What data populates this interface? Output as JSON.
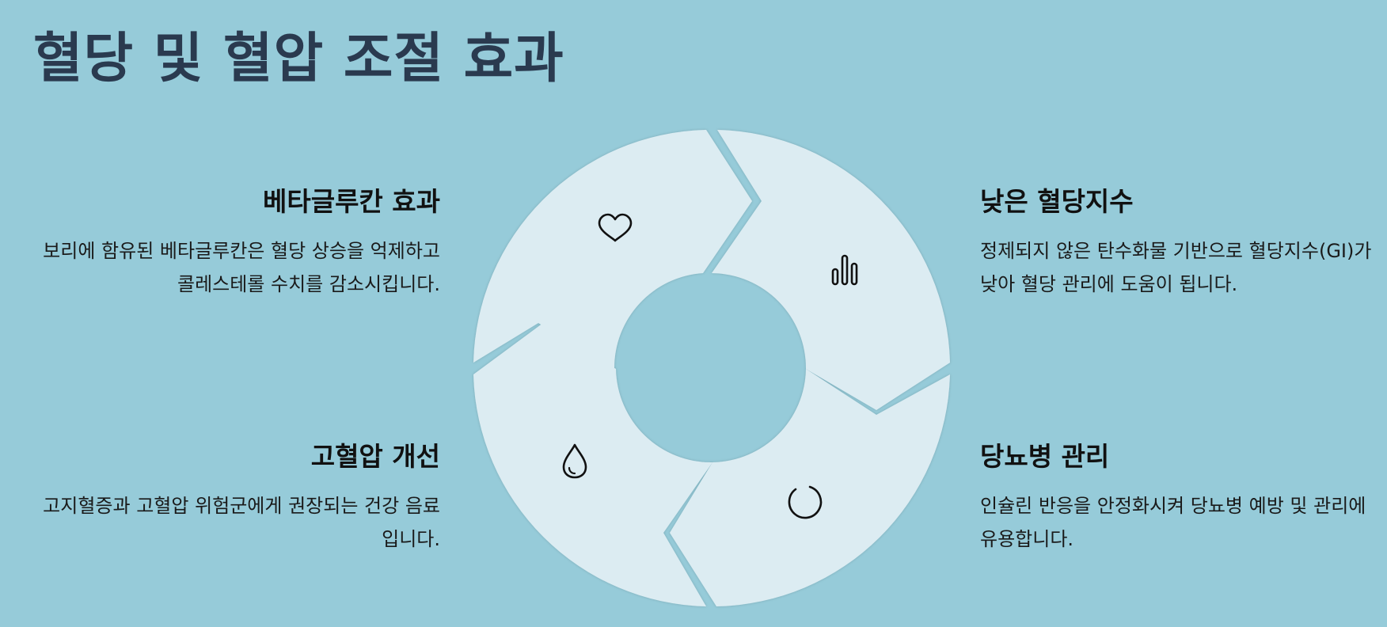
{
  "title": "혈당 및 혈압 조절 효과",
  "colors": {
    "background": "#96cbd9",
    "ring": "#dcecf2",
    "title": "#2a3a4f",
    "text": "#111111"
  },
  "items": [
    {
      "heading": "베타글루칸 효과",
      "text": "보리에 함유된 베타글루칸은 혈당 상승을 억제하고 콜레스테롤 수치를 감소시킵니다.",
      "icon": "heart-icon"
    },
    {
      "heading": "낮은 혈당지수",
      "text": "정제되지 않은 탄수화물 기반으로 혈당지수(GI)가 낮아 혈당 관리에 도움이 됩니다.",
      "icon": "bar-chart-icon"
    },
    {
      "heading": "고혈압 개선",
      "text": "고지혈증과 고혈압 위험군에게 권장되는 건강 음료입니다.",
      "icon": "droplet-icon"
    },
    {
      "heading": "당뇨병 관리",
      "text": "인슐린 반응을 안정화시켜 당뇨병 예방 및 관리에 유용합니다.",
      "icon": "circle-arrow-icon"
    }
  ]
}
